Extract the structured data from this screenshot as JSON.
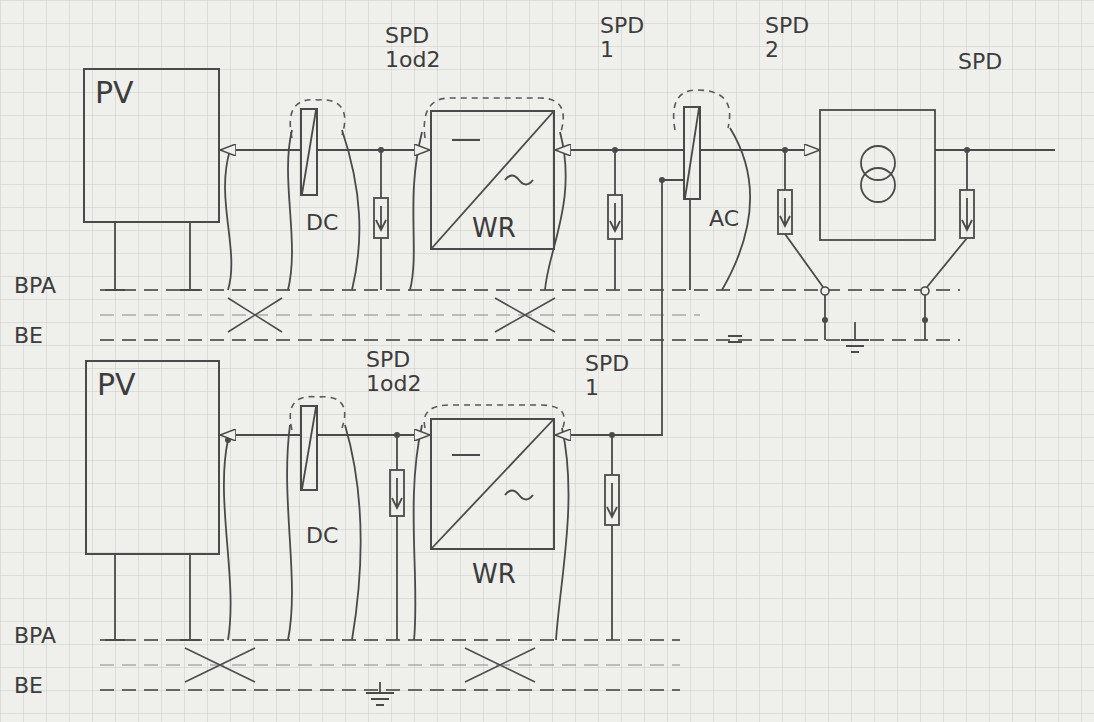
{
  "diagram": {
    "nodes": [
      {
        "text": [
          "PV"
        ]
      },
      {
        "text": [
          "DC"
        ]
      },
      {
        "text": [
          "WR"
        ]
      },
      {
        "text": [
          "AC"
        ]
      },
      {
        "text": [
          "PV"
        ]
      },
      {
        "text": [
          "DC"
        ]
      },
      {
        "text": [
          "WR"
        ]
      }
    ],
    "edges": [
      {
        "from": 1,
        "to": 0,
        "arrow": "to"
      },
      {
        "from": 1,
        "to": 2,
        "arrow": "to"
      },
      {
        "from": 3,
        "to": 2,
        "arrow": "to"
      },
      {
        "from": 5,
        "to": 4,
        "arrow": "to"
      },
      {
        "from": 5,
        "to": 6,
        "arrow": "to"
      },
      {
        "from": 3,
        "to": 6,
        "arrow": "to"
      }
    ],
    "labels": [
      "SPD 1od2",
      "SPD 1",
      "SPD 2",
      "SPD",
      "BPA",
      "BE",
      "SPD 1od2",
      "SPD 1",
      "BPA",
      "BE"
    ]
  }
}
